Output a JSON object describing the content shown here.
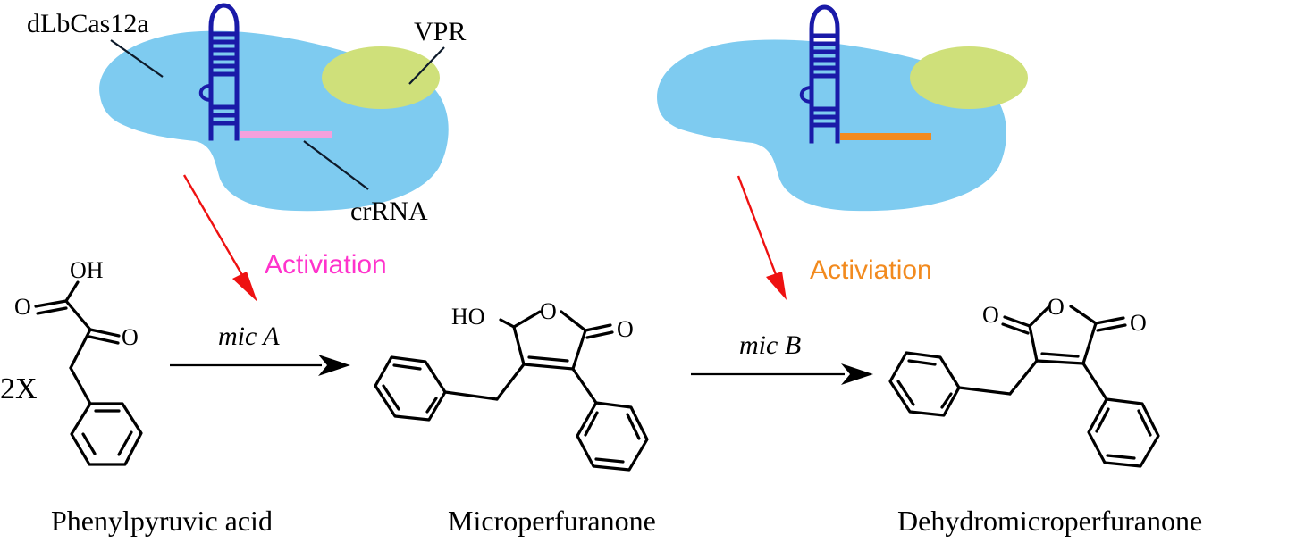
{
  "labels": {
    "protein": "dLbCas12a",
    "effector": "VPR",
    "guide": "crRNA",
    "multiplier": "2X"
  },
  "activation": [
    {
      "text": "Activiation",
      "color": "#ff33cc"
    },
    {
      "text": "Activiation",
      "color": "#f28a1e"
    }
  ],
  "enzymes": [
    {
      "name": "mic A"
    },
    {
      "name": "mic B"
    }
  ],
  "compounds": [
    {
      "name": "Phenylpyruvic acid",
      "atoms": [
        "OH",
        "O",
        "O"
      ]
    },
    {
      "name": "Microperfuranone",
      "atoms": [
        "HO",
        "O",
        "O"
      ]
    },
    {
      "name": "Dehydromicroperfuranone",
      "atoms": [
        "O",
        "O",
        "O"
      ]
    }
  ],
  "colors": {
    "protein_fill": "#7ecbf0",
    "vpr_fill": "#cfe07a",
    "crRNA_a": "#f5a0dc",
    "crRNA_b": "#f28a1e",
    "rna_stroke": "#1a1aa8",
    "arrow_red": "#ee1111"
  }
}
